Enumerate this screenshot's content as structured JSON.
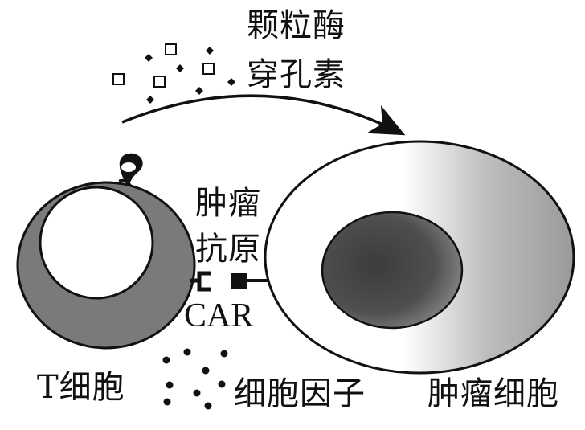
{
  "labels": {
    "granzyme": "颗粒酶",
    "perforin": "穿孔素",
    "tumor_antigen_line1": "肿瘤",
    "tumor_antigen_line2": "抗原",
    "car": "CAR",
    "t_cell": "T细胞",
    "cytokine": "细胞因子",
    "tumor_cell": "肿瘤细胞"
  },
  "colors": {
    "ink": "#111111",
    "t_cell_body": "#7a7a7a",
    "nucleus_dark": "#3c3c3c",
    "nucleus_light": "#8f8f8f",
    "tumor_gradient_dark": "#9a9a9a"
  }
}
